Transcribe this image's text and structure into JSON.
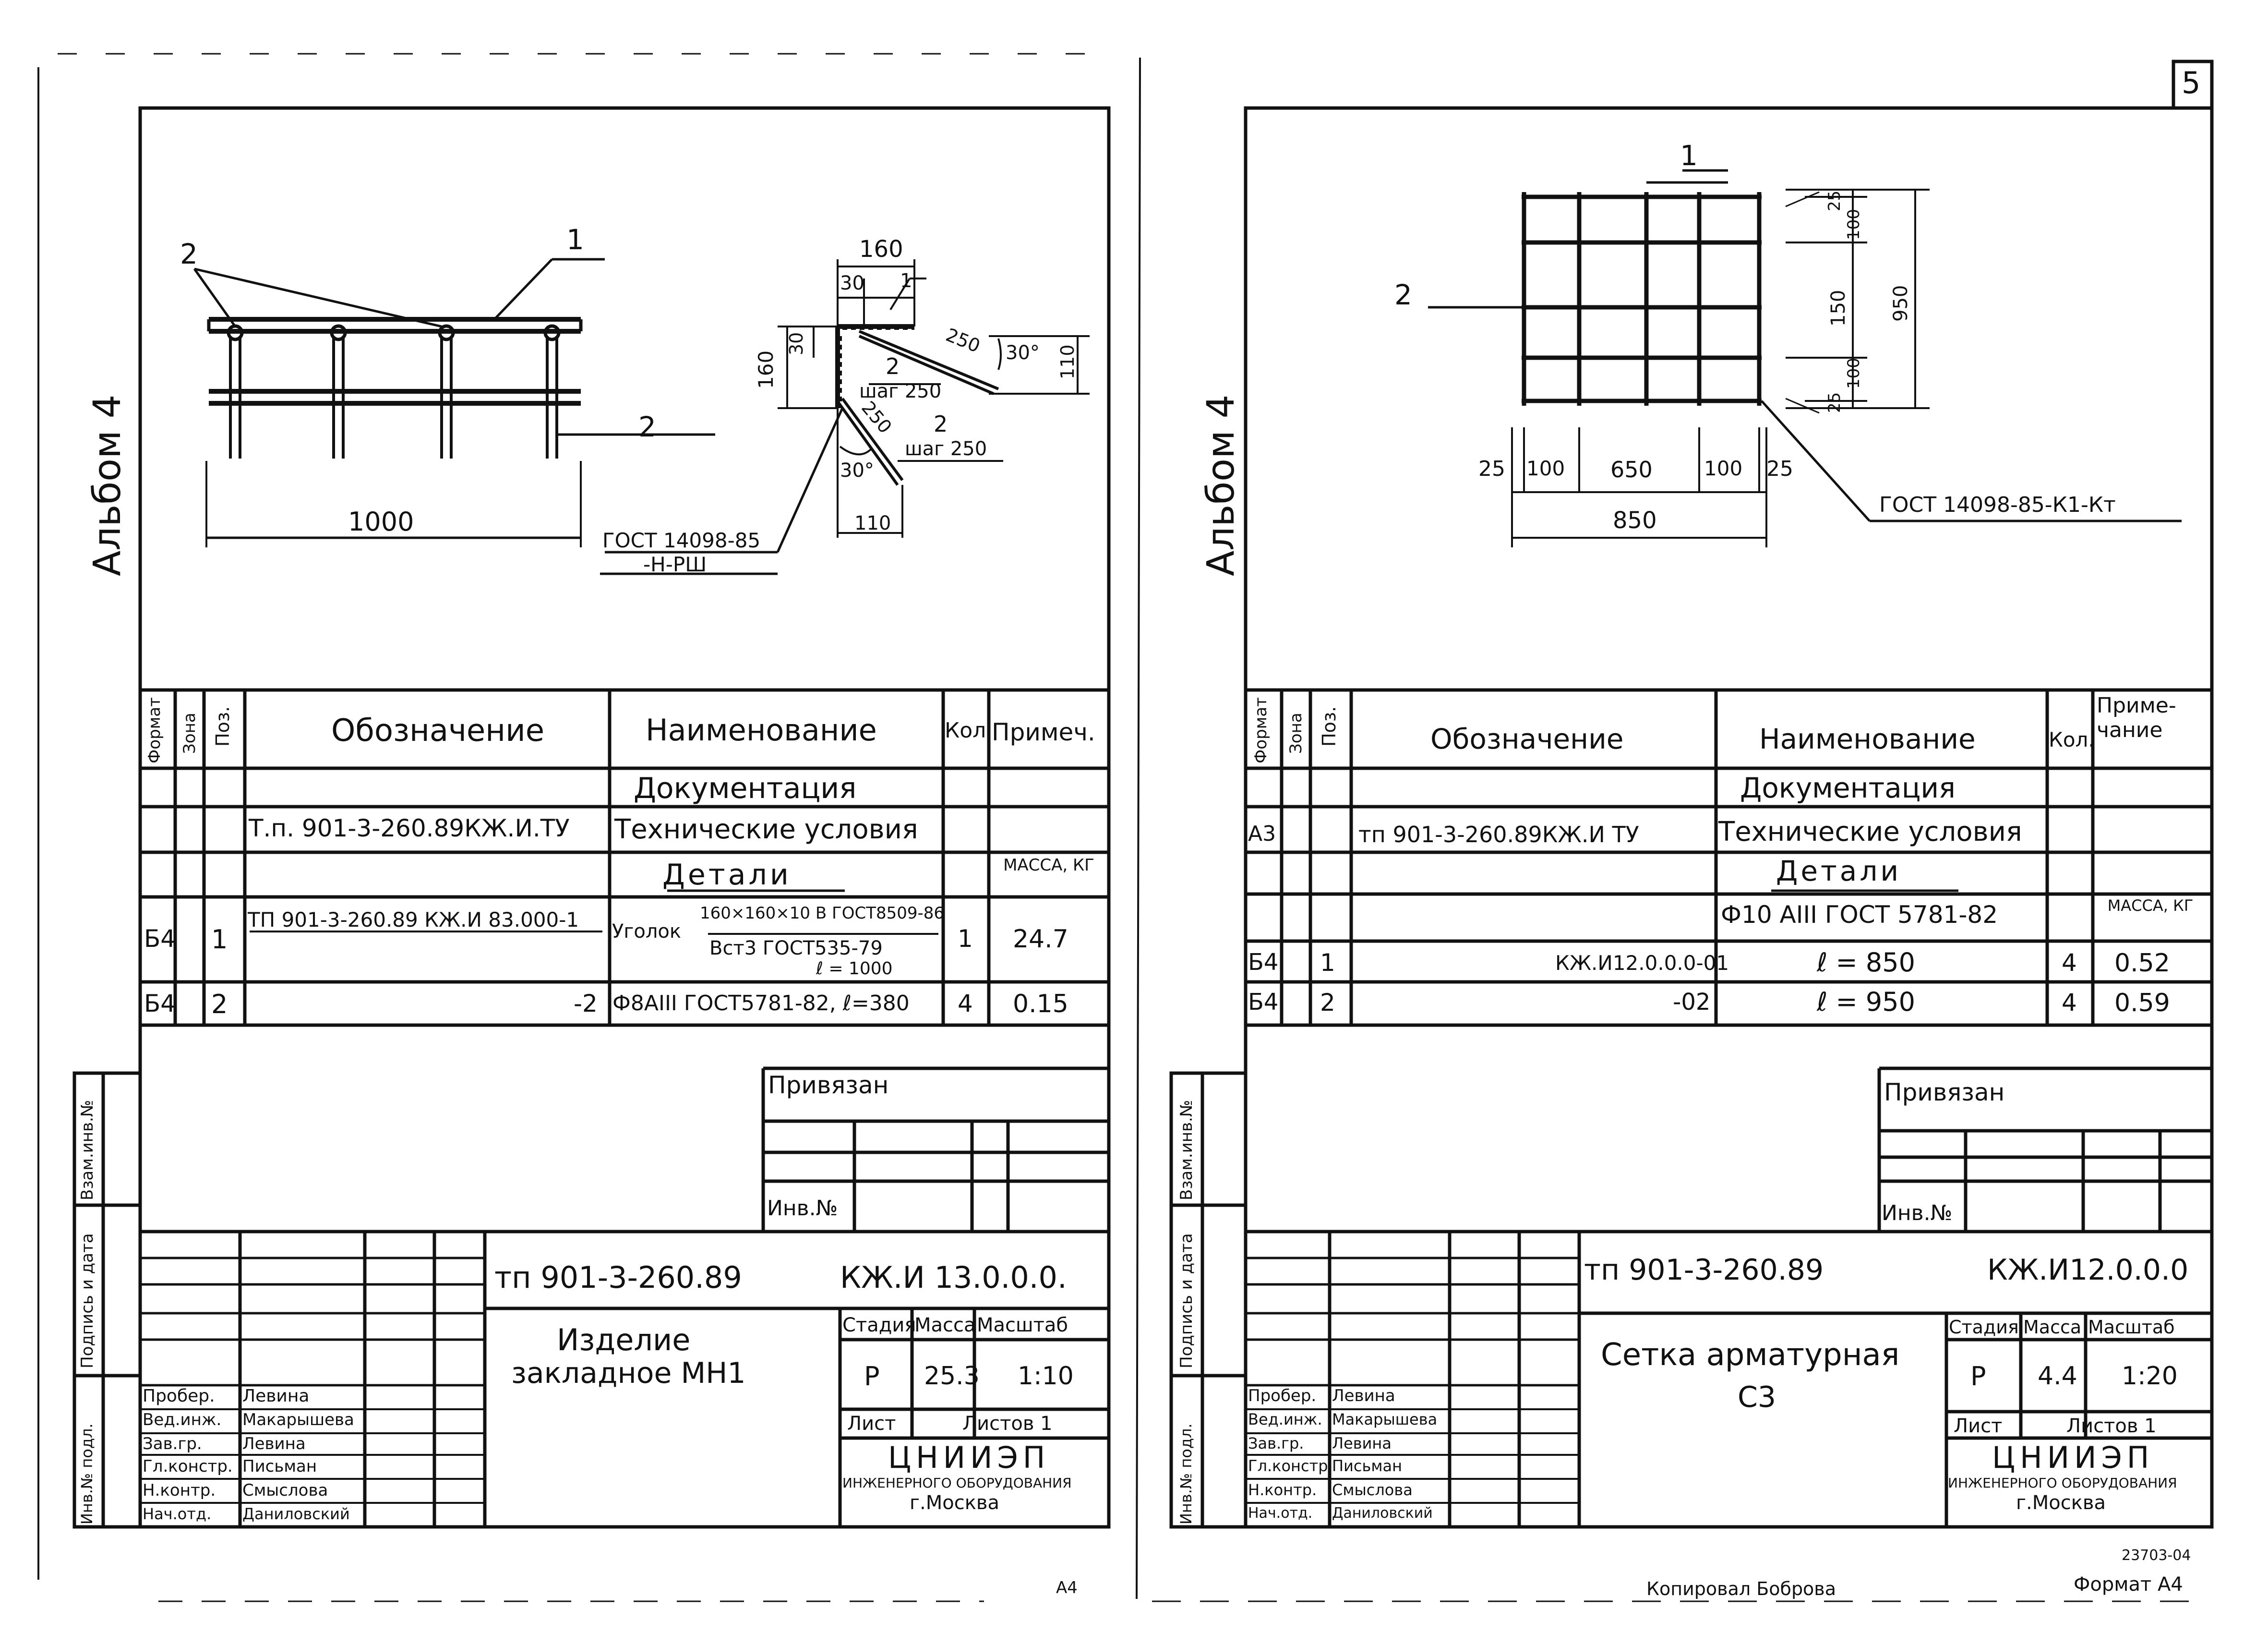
{
  "page_number": "5",
  "left_sheet": {
    "album_label": "Альбом 4",
    "drawing": {
      "callout_1": "1",
      "callout_2_top": "2",
      "callout_2_right": "2",
      "length_dim": "1000",
      "section_width_dim": "160",
      "section_30": "30",
      "section_1": "1",
      "section_height_dim": "160",
      "section_30_vert": "30",
      "section_2a": "2",
      "section_step_a": "шаг 250",
      "section_250a": "250",
      "section_angle_a": "30°",
      "section_110_vert": "110",
      "section_250b": "250",
      "section_2b": "2",
      "section_step_b": "шаг 250",
      "section_angle_b": "30°",
      "section_110_horiz": "110",
      "gost_line1": "ГОСТ 14098-85",
      "gost_line2": "-Н-РШ"
    },
    "spec": {
      "col_format": "Формат",
      "col_zone": "Зона",
      "col_pos": "Поз.",
      "col_designation": "Обозначение",
      "col_name": "Наименование",
      "col_qty": "Кол.",
      "col_note": "Примеч.",
      "section_docs": "Документация",
      "row_tu_designation": "Т.п. 901-3-260.89КЖ.И.ТУ",
      "row_tu_name": "Технические условия",
      "section_parts": "Детали",
      "mass_note": "МАССА, КГ",
      "row1_format": "Б4",
      "row1_pos": "1",
      "row1_designation": "ТП 901-3-260.89 КЖ.И 83.000-1",
      "row1_name_a": "Уголок",
      "row1_name_b": "160×160×10 В ГОСТ8509-86",
      "row1_name_c": "Вст3 ГОСТ535-79",
      "row1_name_d": "ℓ = 1000",
      "row1_qty": "1",
      "row1_note": "24.7",
      "row2_format": "Б4",
      "row2_pos": "2",
      "row2_designation": "-2",
      "row2_name": "Ф8АIII ГОСТ5781-82, ℓ=380",
      "row2_qty": "4",
      "row2_note": "0.15"
    },
    "bound": {
      "label": "Привязан",
      "inv_label": "Инв.№"
    },
    "stamp": {
      "code_left": "тп 901-3-260.89",
      "code_right": "КЖ.И 13.0.0.0.",
      "title_line1": "Изделие",
      "title_line2": "закладное МН1",
      "stage_h": "Стадия",
      "mass_h": "Масса",
      "scale_h": "Масштаб",
      "stage": "Р",
      "mass": "25.3",
      "scale": "1:10",
      "sheet_h": "Лист",
      "sheets_h": "Листов 1",
      "org_line1": "ЦНИИЭП",
      "org_line2": "ИНЖЕНЕРНОГО ОБОРУДОВАНИЯ",
      "org_line3": "г.Москва",
      "signers": [
        {
          "role": "Пробер.",
          "name": "Левина"
        },
        {
          "role": "Вед.инж.",
          "name": "Макарышева"
        },
        {
          "role": "Зав.гр.",
          "name": "Левина"
        },
        {
          "role": "Гл.констр.",
          "name": "Письман"
        },
        {
          "role": "Н.контр.",
          "name": "Смыслова"
        },
        {
          "role": "Нач.отд.",
          "name": "Даниловский"
        }
      ]
    },
    "side_labels": [
      "Инв.№ подл.",
      "Подпись и дата",
      "Взам.инв.№"
    ],
    "format_label": "А4"
  },
  "right_sheet": {
    "album_label": "Альбом 4",
    "drawing": {
      "callout_1": "1",
      "callout_2": "2",
      "dim_25_top": "25",
      "dim_100_top": "100",
      "dim_150": "150",
      "dim_950": "950",
      "dim_25_bottom": "25",
      "dim_100_bottom": "100",
      "dim_25_left": "25",
      "dim_100_left": "100",
      "dim_650": "650",
      "dim_100_right": "100",
      "dim_25_right": "25",
      "dim_850": "850",
      "gost": "ГОСТ 14098-85-К1-Кт"
    },
    "spec": {
      "col_format": "Формат",
      "col_zone": "Зона",
      "col_pos": "Поз.",
      "col_designation": "Обозначение",
      "col_name": "Наименование",
      "col_qty": "Кол.",
      "col_note": "Приме-чание",
      "section_docs": "Документация",
      "row_tu_format": "А3",
      "row_tu_designation": "тп 901-3-260.89КЖ.И ТУ",
      "row_tu_name": "Технические условия",
      "section_parts": "Детали",
      "material": "Ф10 АIII ГОСТ 5781-82",
      "mass_note": "МАССА, КГ",
      "row1_format": "Б4",
      "row1_pos": "1",
      "row1_designation": "КЖ.И12.0.0.0-01",
      "row1_name": "ℓ = 850",
      "row1_qty": "4",
      "row1_note": "0.52",
      "row2_format": "Б4",
      "row2_pos": "2",
      "row2_designation": "-02",
      "row2_name": "ℓ = 950",
      "row2_qty": "4",
      "row2_note": "0.59"
    },
    "bound": {
      "label": "Привязан",
      "inv_label": "Инв.№"
    },
    "stamp": {
      "code_left": "тп 901-3-260.89",
      "code_right": "КЖ.И12.0.0.0",
      "title_line1": "Сетка арматурная",
      "title_line2": "С3",
      "stage_h": "Стадия",
      "mass_h": "Масса",
      "scale_h": "Масштаб",
      "stage": "Р",
      "mass": "4.4",
      "scale": "1:20",
      "sheet_h": "Лист",
      "sheets_h": "Листов 1",
      "org_line1": "ЦНИИЭП",
      "org_line2": "ИНЖЕНЕРНОГО ОБОРУДОВАНИЯ",
      "org_line3": "г.Москва",
      "signers": [
        {
          "role": "Пробер.",
          "name": "Левина"
        },
        {
          "role": "Вед.инж.",
          "name": "Макарышева"
        },
        {
          "role": "Зав.гр.",
          "name": "Левина"
        },
        {
          "role": "Гл.констр.",
          "name": "Письман"
        },
        {
          "role": "Н.контр.",
          "name": "Смыслова"
        },
        {
          "role": "Нач.отд.",
          "name": "Даниловский"
        }
      ]
    },
    "side_labels": [
      "Инв.№ подл.",
      "Подпись и дата",
      "Взам.инв.№"
    ],
    "copied_by": "Копировал Боброва",
    "format_label": "Формат А4",
    "archive_no": "23703-04"
  }
}
